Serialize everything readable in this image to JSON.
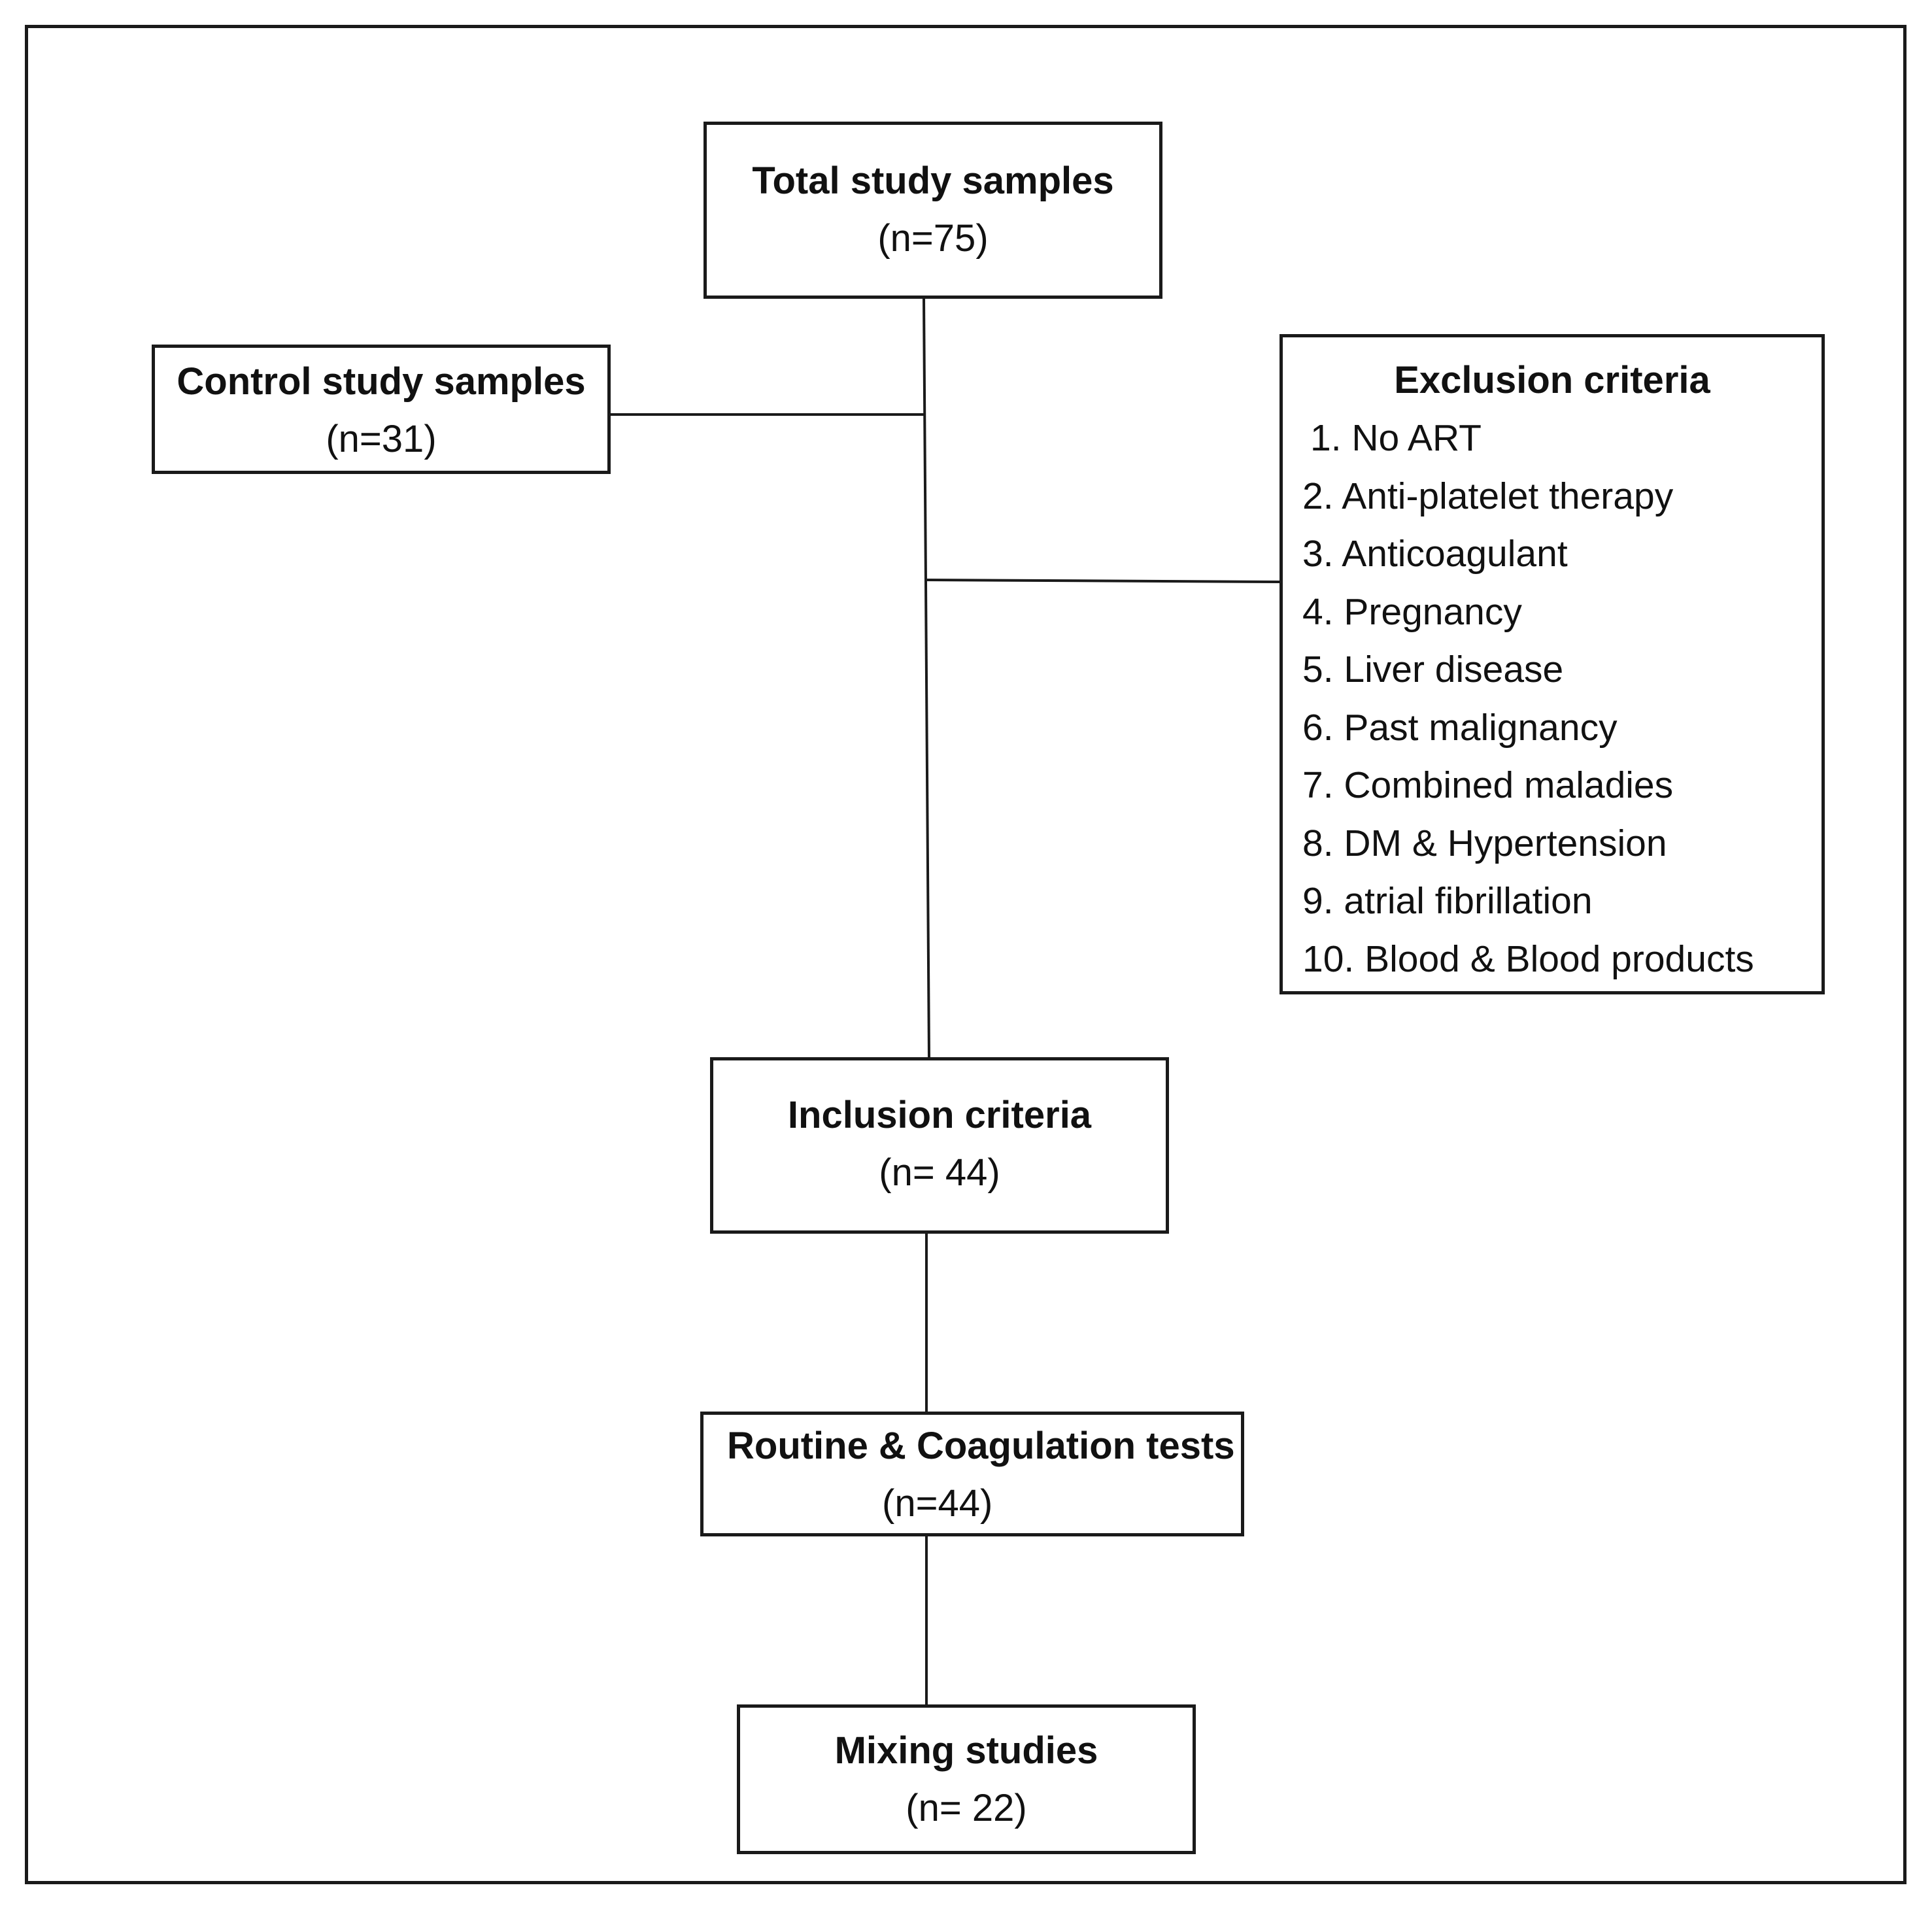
{
  "flowchart": {
    "total": {
      "title": "Total study samples",
      "count": "(n=75)"
    },
    "control": {
      "title": "Control study samples",
      "count": "(n=31)"
    },
    "exclusion": {
      "title": "Exclusion criteria",
      "items": [
        "1. No ART",
        "2. Anti-platelet therapy",
        "3. Anticoagulant",
        "4. Pregnancy",
        "5. Liver disease",
        "6. Past malignancy",
        "7. Combined maladies",
        "8. DM & Hypertension",
        "9. atrial fibrillation",
        "10. Blood & Blood products"
      ]
    },
    "inclusion": {
      "title": "Inclusion criteria",
      "count": "(n= 44)"
    },
    "routine": {
      "title": "Routine & Coagulation tests",
      "count": "(n=44)"
    },
    "mixing": {
      "title": "Mixing studies",
      "count": "(n= 22)"
    }
  },
  "colors": {
    "line": "#1a1a1a",
    "background": "#ffffff"
  }
}
